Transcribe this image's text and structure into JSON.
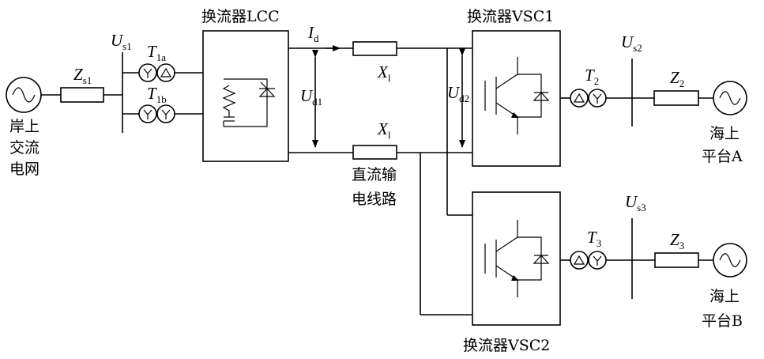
{
  "shore_grid": {
    "label_lines": [
      "岸上",
      "交流",
      "电网"
    ]
  },
  "impedances": {
    "zs1": {
      "sym": "Z",
      "sub": "s1"
    },
    "z2": {
      "sym": "Z",
      "sub": "2"
    },
    "z3": {
      "sym": "Z",
      "sub": "3"
    }
  },
  "buses": {
    "us1": {
      "sym": "U",
      "sub": "s1"
    },
    "us2": {
      "sym": "U",
      "sub": "s2"
    },
    "us3": {
      "sym": "U",
      "sub": "s3"
    }
  },
  "transformers": {
    "t1a": {
      "sym": "T",
      "sub": "1a"
    },
    "t1b": {
      "sym": "T",
      "sub": "1b"
    },
    "t2": {
      "sym": "T",
      "sub": "2"
    },
    "t3": {
      "sym": "T",
      "sub": "3"
    }
  },
  "converters": {
    "lcc": {
      "title": "换流器LCC"
    },
    "vsc1": {
      "title": "换流器VSC1"
    },
    "vsc2": {
      "title": "换流器VSC2"
    }
  },
  "dc_quantities": {
    "id": {
      "sym": "I",
      "sub": "d"
    },
    "ud1": {
      "sym": "U",
      "sub": "d1"
    },
    "ud2": {
      "sym": "U",
      "sub": "d2"
    },
    "x_top": {
      "sym": "X",
      "sub": "l"
    },
    "x_bottom": {
      "sym": "X",
      "sub": "l"
    }
  },
  "dc_line": {
    "label_lines": [
      "直流输",
      "电线路"
    ]
  },
  "platforms": {
    "a": {
      "label_lines": [
        "海上",
        "平台A"
      ]
    },
    "b": {
      "label_lines": [
        "海上",
        "平台B"
      ]
    }
  }
}
